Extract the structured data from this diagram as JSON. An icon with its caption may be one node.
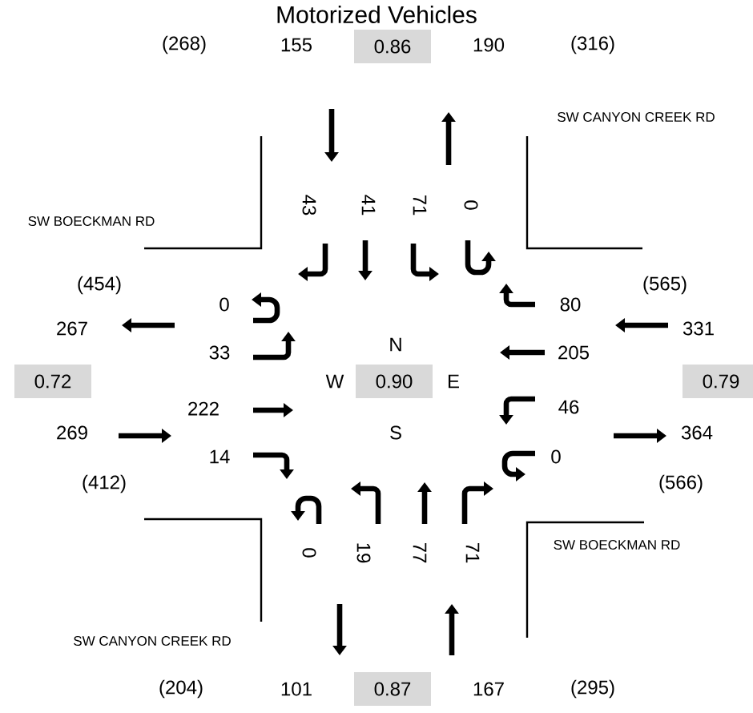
{
  "diagram": {
    "title": "Motorized Vehicles",
    "nodes": [
      {
        "text": [
          "0.86"
        ]
      },
      {
        "text": [
          "0.72"
        ]
      },
      {
        "text": [
          "0.90"
        ],
        "beside": [
          "N",
          "W",
          "E",
          "S"
        ]
      },
      {
        "text": [
          "0.79"
        ]
      },
      {
        "text": [
          "0.87"
        ]
      }
    ],
    "labels": [
      "(268)",
      "155",
      "190",
      "(316)",
      "SW CANYON CREEK RD",
      "43",
      "41",
      "71",
      "0",
      "SW BOECKMAN RD",
      "(454)",
      "(565)",
      "0",
      "80",
      "267",
      "331",
      "33",
      "205",
      "222",
      "46",
      "269",
      "364",
      "14",
      "0",
      "(412)",
      "(566)",
      "0",
      "19",
      "77",
      "71",
      "SW BOECKMAN RD",
      "SW CANYON CREEK RD",
      "(204)",
      "101",
      "167",
      "(295)"
    ]
  }
}
